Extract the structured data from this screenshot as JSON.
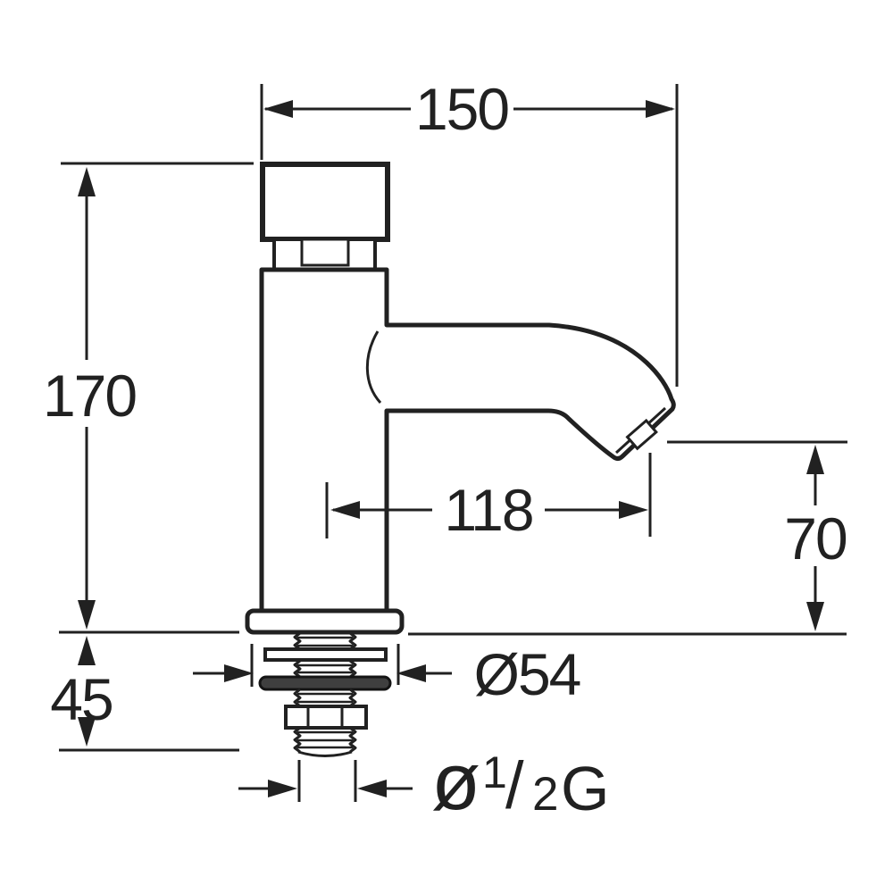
{
  "drawing": {
    "type": "technical-dimension-drawing",
    "subject": "pillar-tap-side-elevation",
    "colors": {
      "line": "#212121",
      "background": "#ffffff",
      "gasket_fill": "#3f3f3f"
    },
    "dimensions": {
      "overall_width": "150",
      "overall_height": "170",
      "spout_reach": "118",
      "outlet_height": "70",
      "shank_length": "45",
      "base_diameter": "Ø54",
      "thread_size": {
        "prefix": "ø",
        "numerator": "1",
        "slash": "/",
        "denominator": "2",
        "suffix": "G",
        "full": "ø1/2G"
      }
    }
  }
}
